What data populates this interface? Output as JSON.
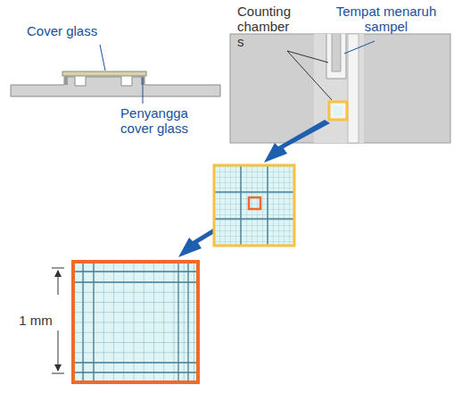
{
  "diagram": {
    "labels": [
      "Cover glass",
      "Penyangga cover glass",
      "Counting chamber s",
      "Tempat menaruh sampel",
      "1 mm"
    ]
  }
}
